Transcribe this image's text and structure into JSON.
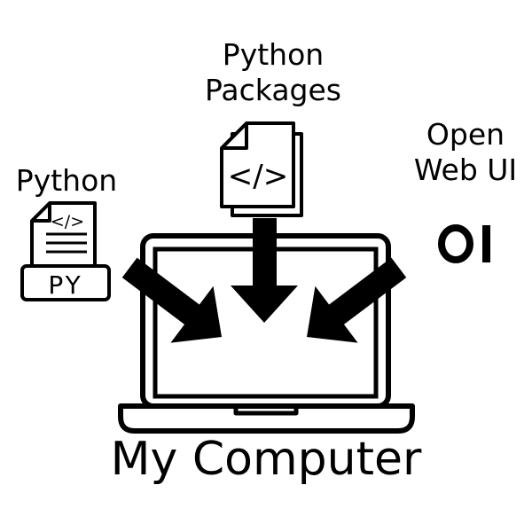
{
  "labels": {
    "python_packages": [
      "Python",
      "Packages"
    ],
    "python": "Python",
    "open_web_ui": [
      "Open",
      "Web UI"
    ],
    "my_computer": "My Computer"
  },
  "icons": {
    "python_file_badge": "PY",
    "open_web_ui_logo": "OI",
    "code_symbol": "</>"
  }
}
